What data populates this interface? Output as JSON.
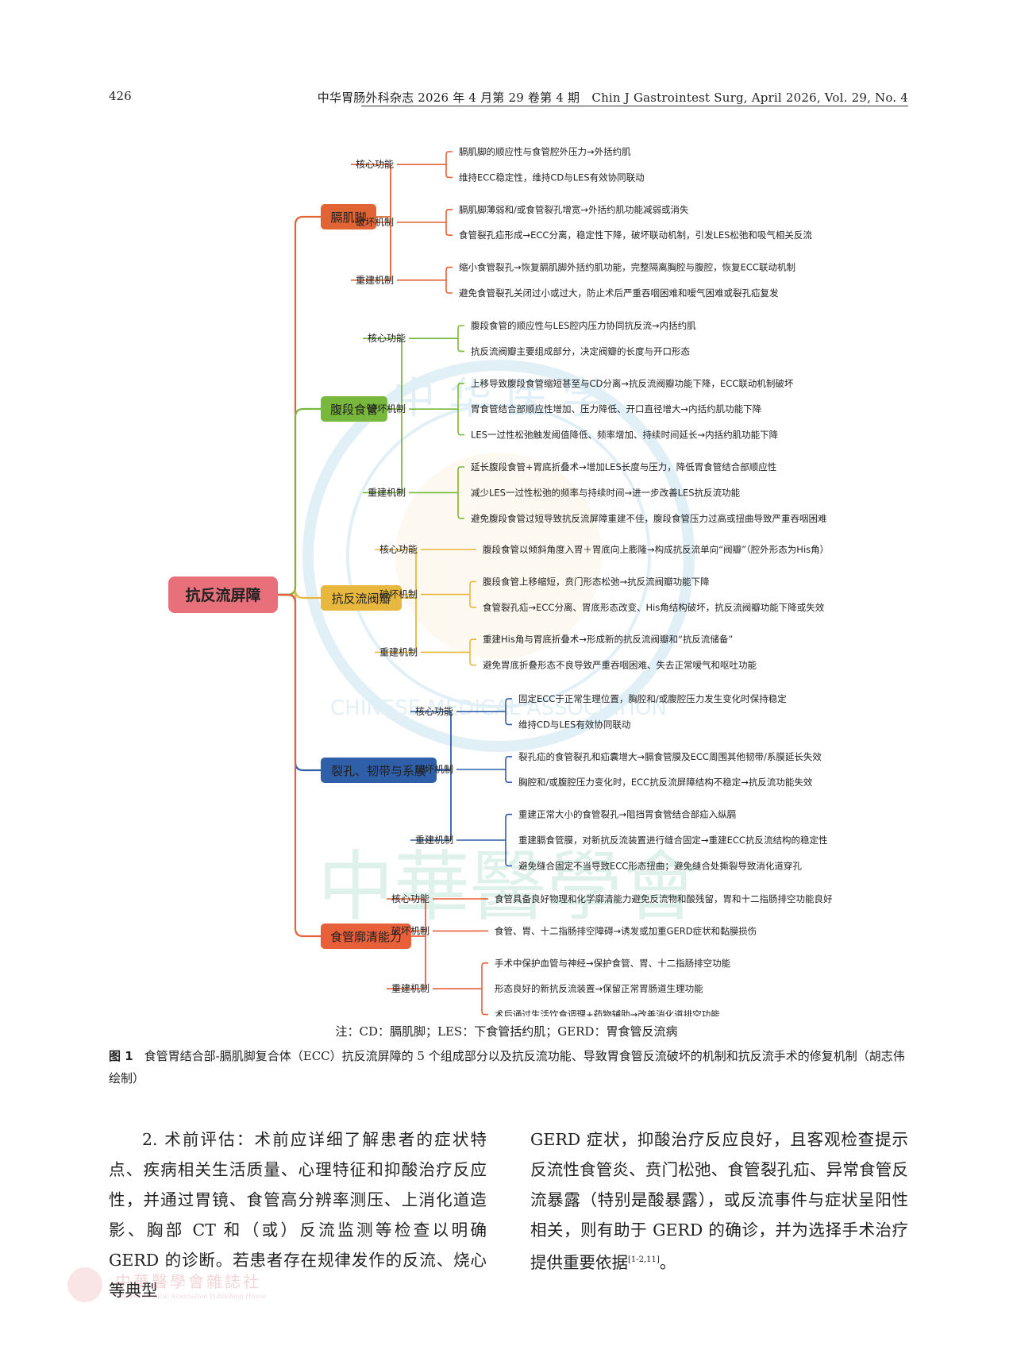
{
  "header": {
    "page_number": "426",
    "journal": "中华胃肠外科杂志 2026 年 4 月第 29 卷第 4 期　Chin J Gastrointest Surg, April 2026, Vol. 29, No. 4"
  },
  "colors": {
    "root": "#e8707a",
    "b1": "#e06434",
    "b2": "#78b83c",
    "b3": "#e8b83e",
    "b4": "#2f5fa8",
    "b5": "#e8603a"
  },
  "mindmap": {
    "root": "抗反流屏障",
    "branches": [
      {
        "label": "膈肌脚",
        "groups": [
          {
            "label": "核心功能",
            "items": [
              "膈肌脚的顺应性与食管腔外压力→外括约肌",
              "维持ECC稳定性，维持CD与LES有效协同联动"
            ]
          },
          {
            "label": "破坏机制",
            "items": [
              "膈肌脚薄弱和/或食管裂孔增宽→外括约肌功能减弱或消失",
              "食管裂孔疝形成→ECC分离，稳定性下降，破坏联动机制，引发LES松弛和吸气相关反流"
            ]
          },
          {
            "label": "重建机制",
            "items": [
              "缩小食管裂孔→恢复膈肌脚外括约肌功能，完整隔离胸腔与腹腔，恢复ECC联动机制",
              "避免食管裂孔关闭过小或过大，防止术后严重吞咽困难和嗳气困难或裂孔疝复发"
            ]
          }
        ]
      },
      {
        "label": "腹段食管",
        "groups": [
          {
            "label": "核心功能",
            "items": [
              "腹段食管的顺应性与LES腔内压力协同抗反流→内括约肌",
              "抗反流阀瓣主要组成部分，决定阀瓣的长度与开口形态"
            ]
          },
          {
            "label": "破坏机制",
            "items": [
              "上移导致腹段食管缩短甚至与CD分离→抗反流阀瓣功能下降，ECC联动机制破坏",
              "胃食管结合部顺应性增加、压力降低、开口直径增大→内括约肌功能下降",
              "LES一过性松弛触发阈值降低、频率增加、持续时间延长→内括约肌功能下降"
            ]
          },
          {
            "label": "重建机制",
            "items": [
              "延长腹段食管+胃底折叠术→增加LES长度与压力，降低胃食管结合部顺应性",
              "减少LES一过性松弛的频率与持续时间→进一步改善LES抗反流功能",
              "避免腹段食管过短导致抗反流屏障重建不佳，腹段食管压力过高或扭曲导致严重吞咽困难"
            ]
          }
        ]
      },
      {
        "label": "抗反流阀瓣",
        "groups": [
          {
            "label": "核心功能",
            "items": [
              "腹段食管以倾斜角度入胃＋胃底向上膨隆→构成抗反流单向“阀瓣”（腔外形态为His角）"
            ]
          },
          {
            "label": "破坏机制",
            "items": [
              "腹段食管上移缩短，贲门形态松弛→抗反流阀瓣功能下降",
              "食管裂孔疝→ECC分离、胃底形态改变、His角结构破坏，抗反流阀瓣功能下降或失效"
            ]
          },
          {
            "label": "重建机制",
            "items": [
              "重建His角与胃底折叠术→形成新的抗反流阀瓣和“抗反流储备”",
              "避免胃底折叠形态不良导致严重吞咽困难、失去正常嗳气和呕吐功能"
            ]
          }
        ]
      },
      {
        "label": "裂孔、韧带与系膜",
        "groups": [
          {
            "label": "核心功能",
            "items": [
              "固定ECC于正常生理位置，胸腔和/或腹腔压力发生变化时保持稳定",
              "维持CD与LES有效协同联动"
            ]
          },
          {
            "label": "破坏机制",
            "items": [
              "裂孔疝的食管裂孔和疝囊增大→膈食管膜及ECC周围其他韧带/系膜延长失效",
              "胸腔和/或腹腔压力变化时，ECC抗反流屏障结构不稳定→抗反流功能失效"
            ]
          },
          {
            "label": "重建机制",
            "items": [
              "重建正常大小的食管裂孔→阻挡胃食管结合部疝入纵膈",
              "重建膈食管膜，对新抗反流装置进行缝合固定→重建ECC抗反流结构的稳定性",
              "避免缝合固定不当导致ECC形态扭曲；避免缝合处撕裂导致消化道穿孔"
            ]
          }
        ]
      },
      {
        "label": "食管廓清能力",
        "groups": [
          {
            "label": "核心功能",
            "items": [
              "食管具备良好物理和化学廓清能力避免反流物和酸残留，胃和十二指肠排空功能良好"
            ]
          },
          {
            "label": "破坏机制",
            "items": [
              "食管、胃、十二指肠排空障碍→诱发或加重GERD症状和黏膜损伤"
            ]
          },
          {
            "label": "重建机制",
            "items": [
              "手术中保护血管与神经→保护食管、胃、十二指肠排空功能",
              "形态良好的新抗反流装置→保留正常胃肠道生理功能",
              "术后通过生活饮食调理+药物辅助→改善消化道排空功能"
            ]
          }
        ]
      }
    ]
  },
  "watermark": {
    "seal_top": "中 华 医 学",
    "seal_en": "CHINESE MEDICAL ASSOCIATION",
    "calligraphy": "中華醫學會"
  },
  "note": "注：CD：膈肌脚；LES：下食管括约肌；GERD：胃食管反流病",
  "caption": {
    "label": "图 1",
    "text": "食管胃结合部-膈肌脚复合体（ECC）抗反流屏障的 5 个组成部分以及抗反流功能、导致胃食管反流破坏的机制和抗反流手术的修复机制（胡志伟绘制）"
  },
  "body_text": {
    "left": "2. 术前评估：术前应详细了解患者的症状特点、疾病相关生活质量、心理特征和抑酸治疗反应性，并通过胃镜、食管高分辨率测压、上消化道造影、胸部 CT 和（或）反流监测等检查以明确 GERD 的诊断。若患者存在规律发作的反流、烧心等典型",
    "right": "GERD 症状，抑酸治疗反应良好，且客观检查提示反流性食管炎、贲门松弛、食管裂孔疝、异常食管反流暴露（特别是酸暴露），或反流事件与症状呈阳性相关，则有助于 GERD 的确诊，并为选择手术治疗提供重要依据",
    "right_ref": "[1-2,11]",
    "right_end": "。"
  },
  "footer_logo": {
    "brand": "中華醫學會雜誌社",
    "en": "Chinese Medical Association Publishing House"
  }
}
